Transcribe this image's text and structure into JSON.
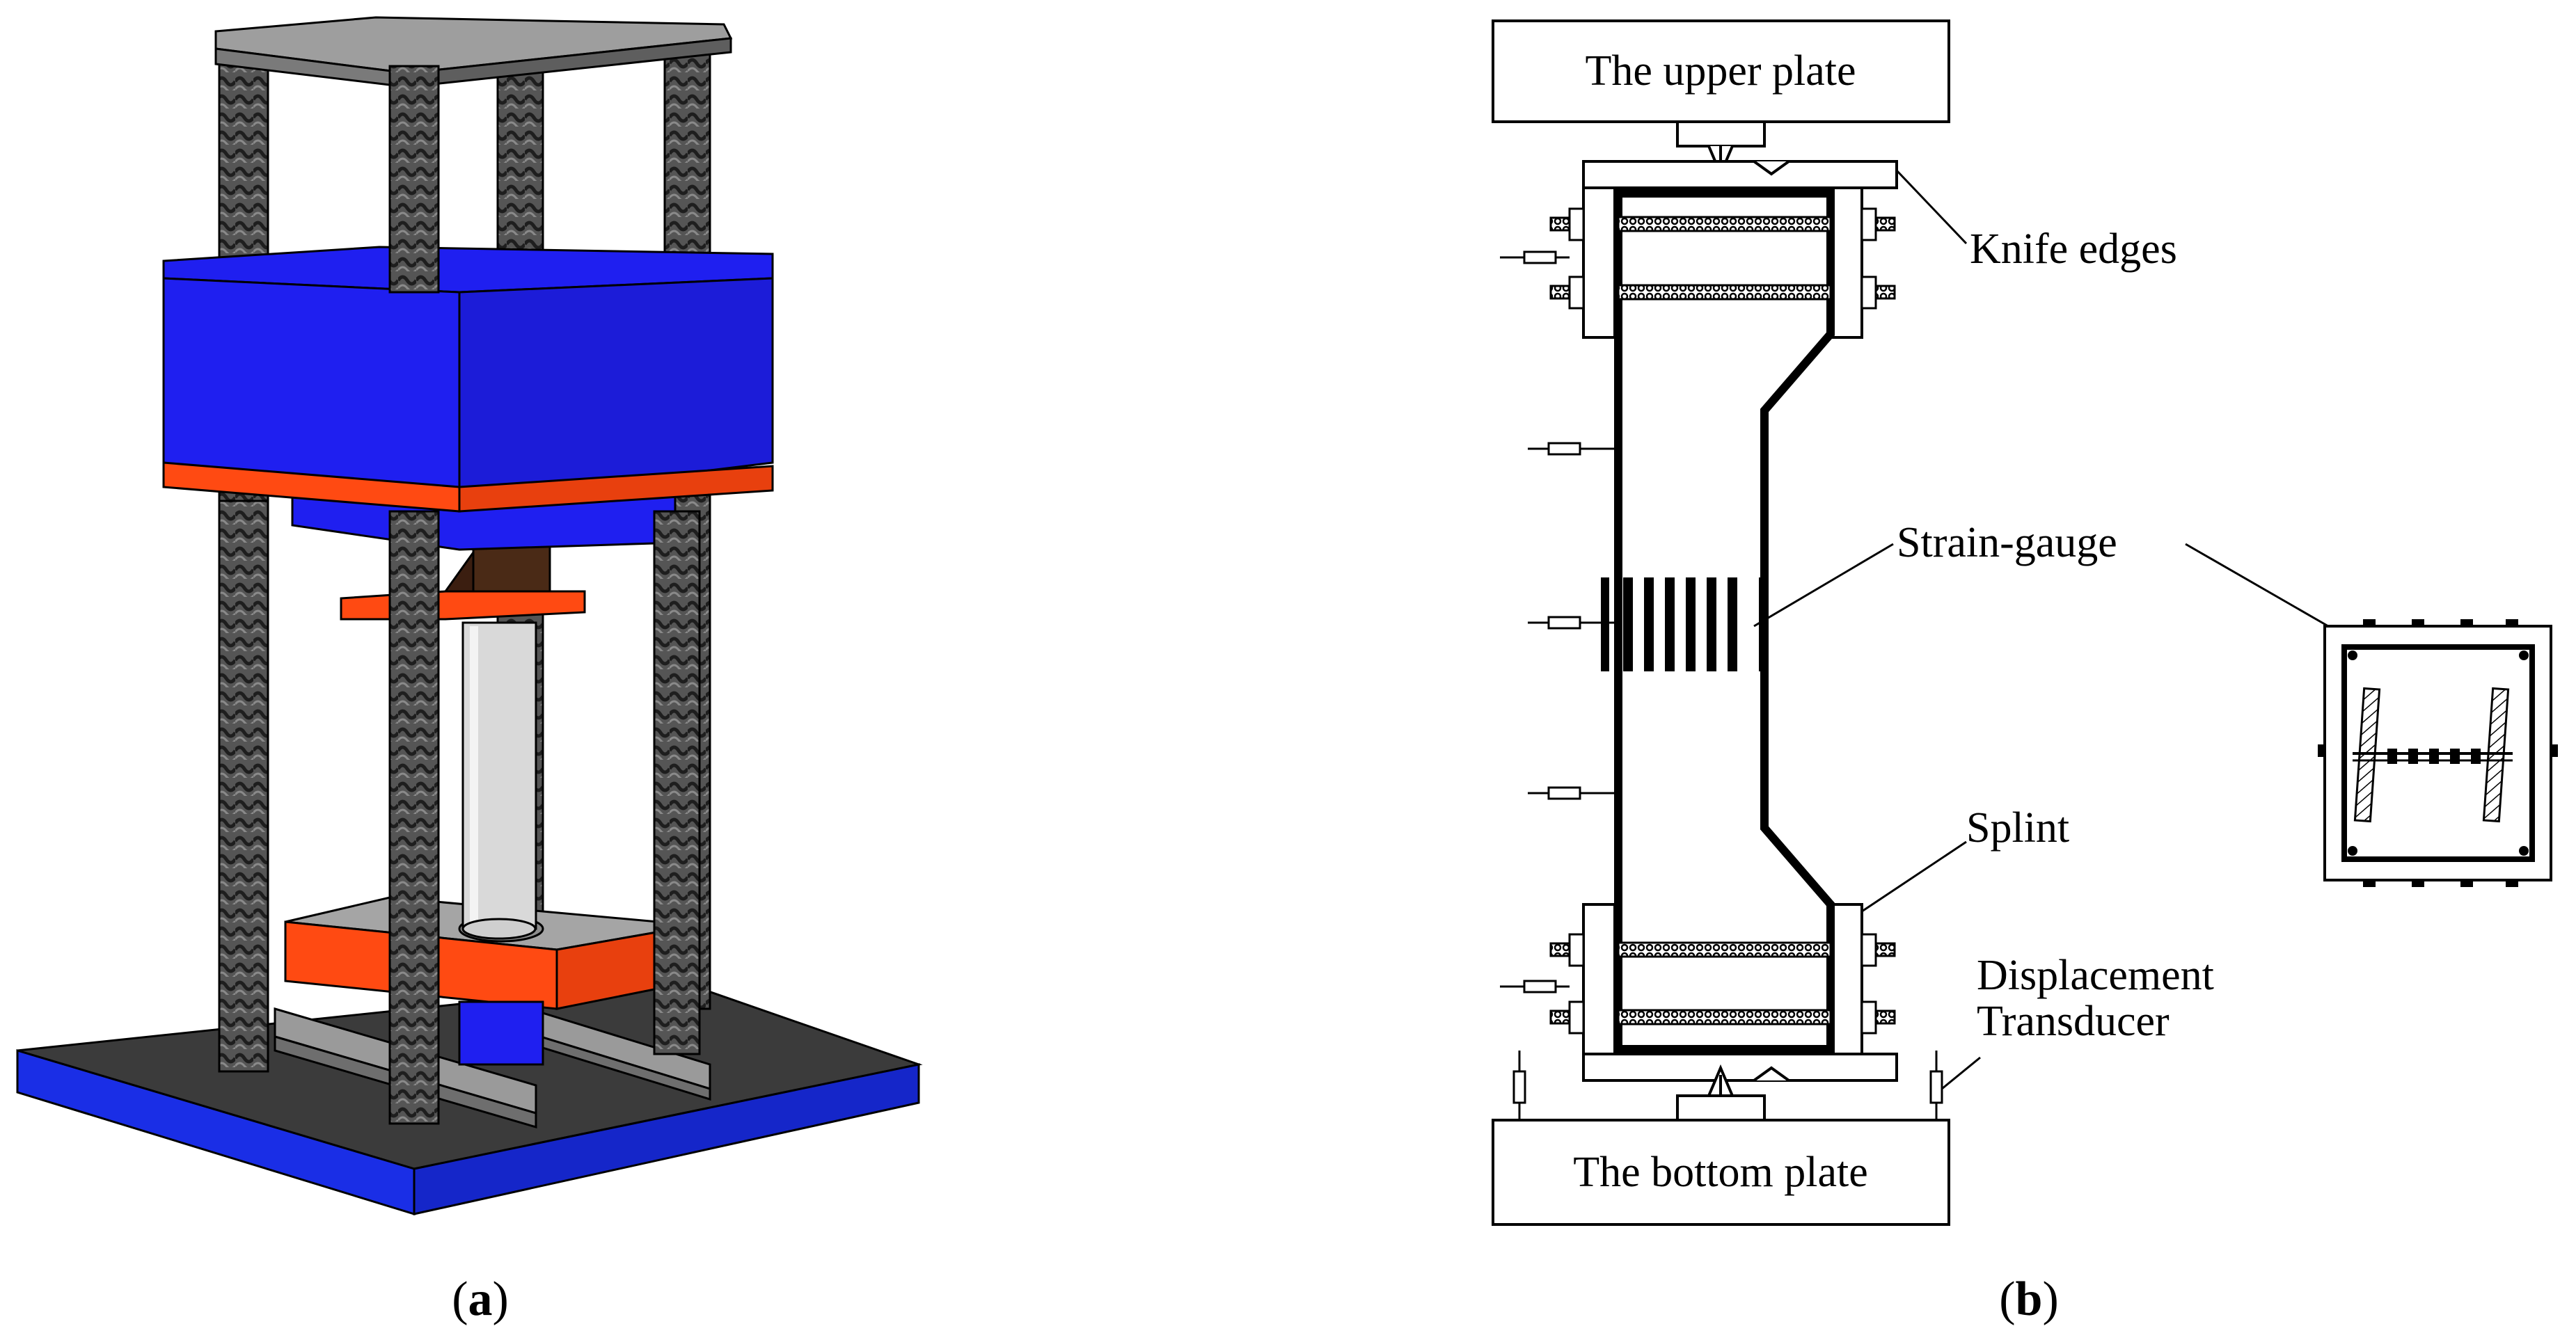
{
  "figure": {
    "panel_a": {
      "caption_open": "(",
      "caption_letter": "a",
      "caption_close": ")",
      "colors": {
        "housing": "#1f1ff0",
        "accent": "#ff4a12",
        "rebar": "#444444",
        "base_top": "#3b3b3b",
        "base_edge": "#1a2ee6",
        "column": "#d9d9d9",
        "plate": "#9a9a9a"
      }
    },
    "panel_b": {
      "caption_open": "(",
      "caption_letter": "b",
      "caption_close": ")",
      "labels": {
        "upper_plate": "The upper plate",
        "bottom_plate": "The bottom plate",
        "knife_edges": "Knife edges",
        "strain_gauge": "Strain-gauge",
        "splint": "Splint",
        "displacement_1": "Displacement",
        "displacement_2": "Transducer"
      }
    }
  }
}
